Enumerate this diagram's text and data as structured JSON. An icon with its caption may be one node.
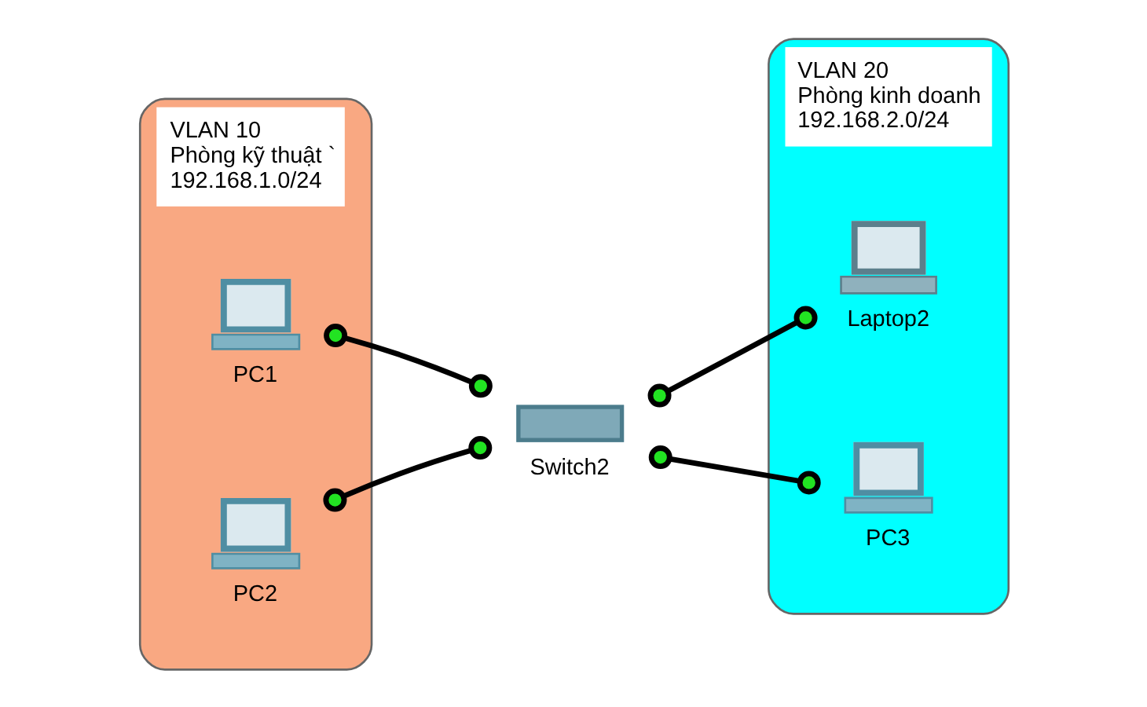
{
  "diagram": {
    "nodes": [
      {
        "text": [
          "VLAN 10",
          "Phòng kỹ thuật `",
          "192.168.1.0/24"
        ]
      },
      {
        "text": [
          "Switch2"
        ]
      },
      {
        "text": [
          "VLAN 20",
          "Phòng kinh doanh",
          "192.168.2.0/24"
        ]
      },
      {
        "text": [
          "PC1"
        ],
        "in": 0
      },
      {
        "text": [
          "PC2"
        ],
        "in": 0
      },
      {
        "text": [
          "Laptop2"
        ],
        "in": 2
      },
      {
        "text": [
          "PC3"
        ],
        "in": 2
      }
    ],
    "edges": [
      {
        "from": 1,
        "to": 3,
        "arrow": "other"
      },
      {
        "from": 1,
        "to": 4,
        "arrow": "other"
      },
      {
        "from": 1,
        "to": 5,
        "arrow": "other"
      },
      {
        "from": 1,
        "to": 6,
        "arrow": "other"
      }
    ]
  }
}
